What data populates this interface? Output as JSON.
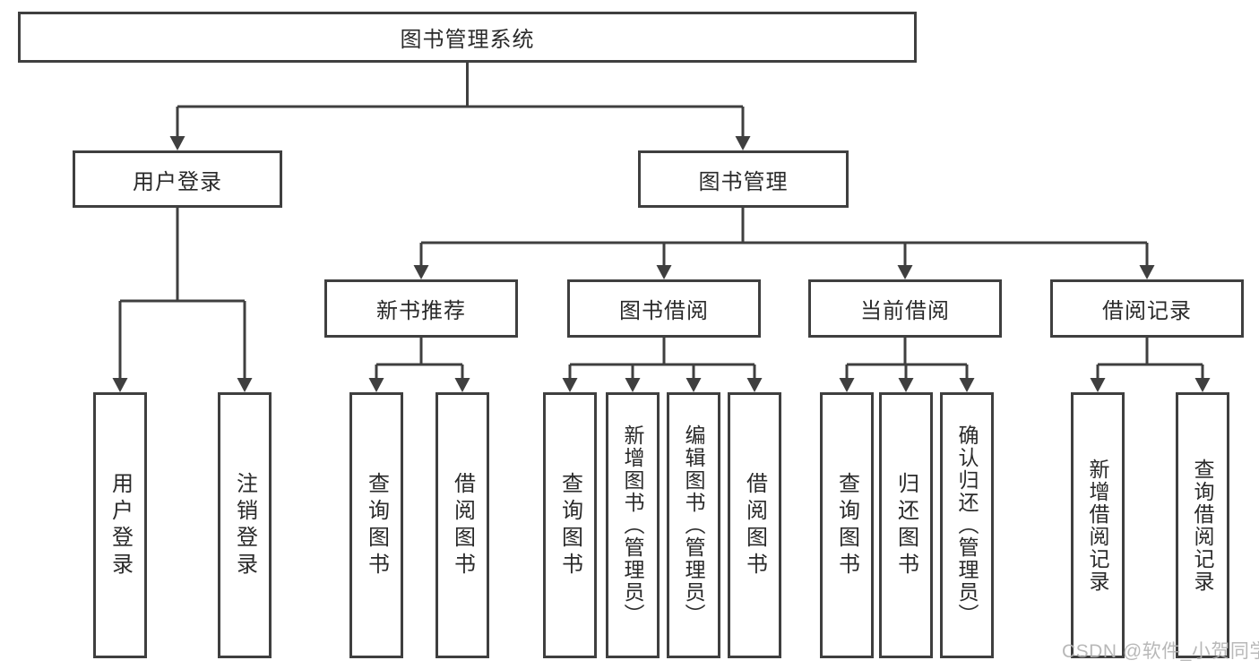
{
  "diagram": {
    "root": {
      "label": "图书管理系统"
    },
    "branches": {
      "user_login": {
        "label": "用户登录",
        "children": [
          {
            "label": "用户登录"
          },
          {
            "label": "注销登录"
          }
        ]
      },
      "book_mgmt": {
        "label": "图书管理",
        "children": [
          {
            "label": "新书推荐",
            "children": [
              {
                "label": "查询图书"
              },
              {
                "label": "借阅图书"
              }
            ]
          },
          {
            "label": "图书借阅",
            "children": [
              {
                "label": "查询图书"
              },
              {
                "label": "新增图书（管理员）"
              },
              {
                "label": "编辑图书（管理员）"
              },
              {
                "label": "借阅图书"
              }
            ]
          },
          {
            "label": "当前借阅",
            "children": [
              {
                "label": "查询图书"
              },
              {
                "label": "归还图书"
              },
              {
                "label": "确认归还（管理员）"
              }
            ]
          },
          {
            "label": "借阅记录",
            "children": [
              {
                "label": "新增借阅记录"
              },
              {
                "label": "查询借阅记录"
              }
            ]
          }
        ]
      }
    }
  },
  "watermark": {
    "text": "CSDN @软件_小贺同学",
    "color": "#b3b3b3"
  },
  "colors": {
    "line": "#3f3f3f",
    "box_border": "#3f3f3f",
    "text": "#2a2a2a",
    "background": "#ffffff"
  }
}
